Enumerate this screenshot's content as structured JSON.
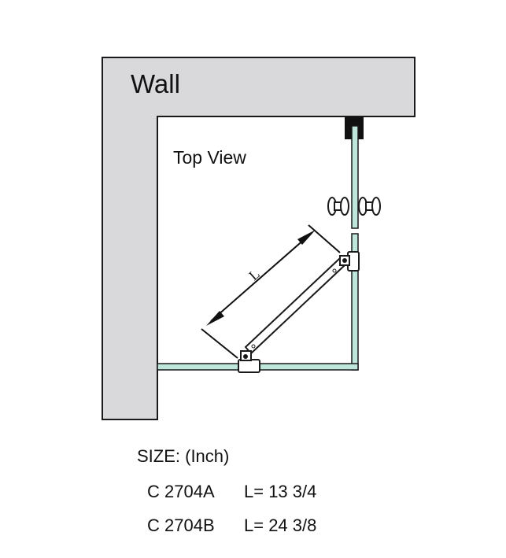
{
  "diagram": {
    "wall_label": "Wall",
    "view_label": "Top View",
    "dimension_label": "L",
    "colors": {
      "wall": "#d9d9dc",
      "glass": "#bfe6da",
      "outline": "#1a1a1a"
    }
  },
  "sizes": {
    "heading": "SIZE: (Inch)",
    "rows": [
      {
        "model": "C 2704A",
        "length": "L= 13 3/4"
      },
      {
        "model": "C 2704B",
        "length": "L= 24 3/8"
      }
    ]
  }
}
